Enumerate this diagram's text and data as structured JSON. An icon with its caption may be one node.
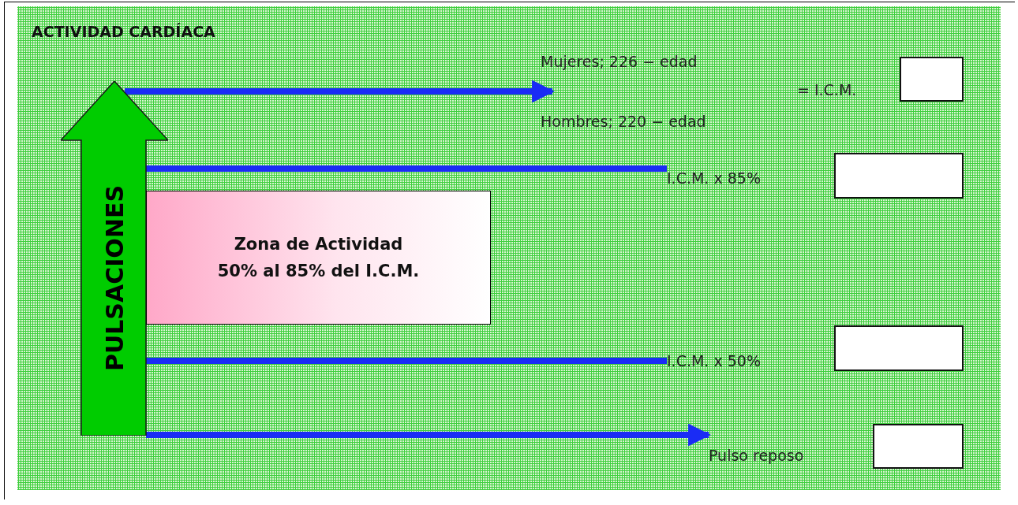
{
  "diagram": {
    "title": "ACTIVIDAD CARDÍACA",
    "nodes": [
      {
        "text": [
          "PULSACIONES"
        ]
      },
      {
        "text": [
          "Zona de Actividad 50% al 85% del I.C.M."
        ]
      },
      {
        "text": [
          "I.C.M. x 85%"
        ]
      },
      {
        "text": [
          "I.C.M. x 50%"
        ]
      },
      {
        "text": [
          "Pulso reposo"
        ]
      },
      {
        "text": [],
        "shape": "box"
      },
      {
        "text": [],
        "shape": "box"
      },
      {
        "text": [],
        "shape": "box"
      },
      {
        "text": [],
        "shape": "box"
      }
    ],
    "edges": [
      {
        "from": 0,
        "to": null,
        "arrow": "to"
      },
      {
        "from": 0,
        "to": 2,
        "arrow": "none"
      },
      {
        "from": 0,
        "to": 3,
        "arrow": "none"
      },
      {
        "from": 0,
        "to": 4,
        "arrow": "to"
      }
    ],
    "labels": [
      "Mujeres; 226 − edad",
      "= I.C.M.",
      "Hombres; 220 − edad"
    ]
  }
}
